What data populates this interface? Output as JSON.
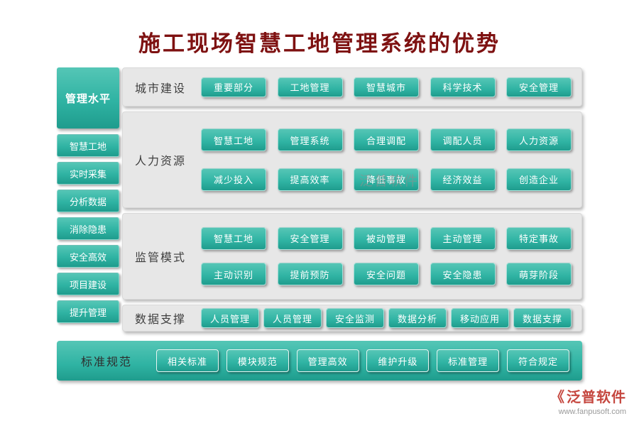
{
  "title": "施工现场智慧工地管理系统的优势",
  "sidebar": {
    "header": "管理水平",
    "items": [
      "智慧工地",
      "实时采集",
      "分析数据",
      "消除隐患",
      "安全高效",
      "项目建设",
      "提升管理"
    ]
  },
  "rows": [
    {
      "label": "城市建设",
      "lines": [
        [
          "重要部分",
          "工地管理",
          "智慧城市",
          "科学技术",
          "安全管理"
        ]
      ]
    },
    {
      "label": "人力资源",
      "lines": [
        [
          "智慧工地",
          "管理系统",
          "合理调配",
          "调配人员",
          "人力资源"
        ],
        [
          "减少投入",
          "提高效率",
          "降低事故",
          "经济效益",
          "创造企业"
        ]
      ]
    },
    {
      "label": "监管模式",
      "lines": [
        [
          "智慧工地",
          "安全管理",
          "被动管理",
          "主动管理",
          "特定事故"
        ],
        [
          "主动识别",
          "提前预防",
          "安全问题",
          "安全隐患",
          "萌芽阶段"
        ]
      ]
    },
    {
      "label": "数据支撑",
      "lines": [
        [
          "人员管理",
          "人员管理",
          "安全监测",
          "数据分析",
          "移动应用",
          "数据支撑"
        ]
      ]
    }
  ],
  "footer": {
    "label": "标准规范",
    "buttons": [
      "相关标准",
      "模块规范",
      "管理高效",
      "维护升级",
      "标准管理",
      "符合规定"
    ]
  },
  "watermark": "泛普软件",
  "logo": {
    "mark": "《",
    "text": "泛普软件",
    "url": "www.fanpusoft.com"
  },
  "colors": {
    "accent": "#2fb3a3",
    "accent_light": "#55c6b6",
    "accent_dark": "#1f9c8d",
    "title": "#7e1111",
    "row_bg": "#e7e7e7",
    "label_text": "#3f3f3f",
    "logo_red": "#c5473f",
    "url_gray": "#9a9a9a"
  }
}
